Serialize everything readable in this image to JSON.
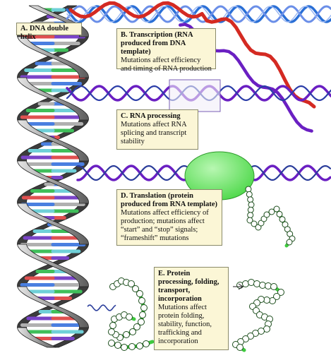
{
  "labels": {
    "a": {
      "title": "A. DNA double helix"
    },
    "b": {
      "title": "B. Transcription (RNA produced from DNA template)",
      "body": "Mutations affect efficiency and timing of RNA production"
    },
    "c": {
      "title": "C. RNA processing",
      "body": "Mutations affect RNA splicing and transcript stability"
    },
    "d": {
      "title": "D. Translation (protein produced from RNA template)",
      "body": "Mutations affect efficiency of production; mutations affect “start” and “stop” signals; “frameshift” mutations"
    },
    "e": {
      "title": "E. Protein processing, folding, transport, incorporation",
      "body": "Mutations affect protein folding, stability, function, trafficking and incorporation"
    }
  },
  "colors": {
    "dna_blue": "#2a6fd6",
    "rna_red": "#d42a22",
    "rna_purple": "#6a1fc2",
    "ribosome_green": "#5fe35a",
    "protein_green": "#3ec93e",
    "label_bg": "#fbf6d6"
  }
}
